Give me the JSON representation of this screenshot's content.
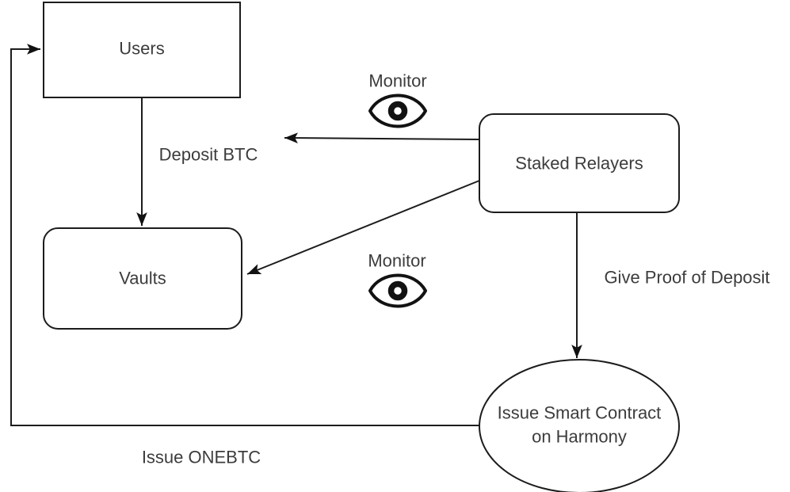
{
  "diagram": {
    "background_color": "#ffffff",
    "stroke_color": "#1c1c1c",
    "text_color": "#3c3c3c",
    "nodes": {
      "users": {
        "label": "Users",
        "shape": "rectangle"
      },
      "vaults": {
        "label": "Vaults",
        "shape": "rounded-rectangle"
      },
      "staked_relayers": {
        "label": "Staked Relayers",
        "shape": "rounded-rectangle"
      },
      "issue_smart_contract": {
        "label_line1": "Issue Smart Contract",
        "label_line2": "on Harmony",
        "shape": "ellipse"
      }
    },
    "edges": {
      "deposit_btc": {
        "label": "Deposit BTC",
        "from": "users",
        "to": "vaults"
      },
      "monitor_users": {
        "label": "Monitor",
        "icon": "eye-icon",
        "from": "staked_relayers",
        "to": "deposit-btc-flow"
      },
      "monitor_vaults": {
        "label": "Monitor",
        "icon": "eye-icon",
        "from": "staked_relayers",
        "to": "vaults"
      },
      "give_proof": {
        "label": "Give Proof of Deposit",
        "from": "staked_relayers",
        "to": "issue_smart_contract"
      },
      "issue_onebtc": {
        "label": "Issue ONEBTC",
        "from": "issue_smart_contract",
        "to": "users"
      }
    }
  }
}
